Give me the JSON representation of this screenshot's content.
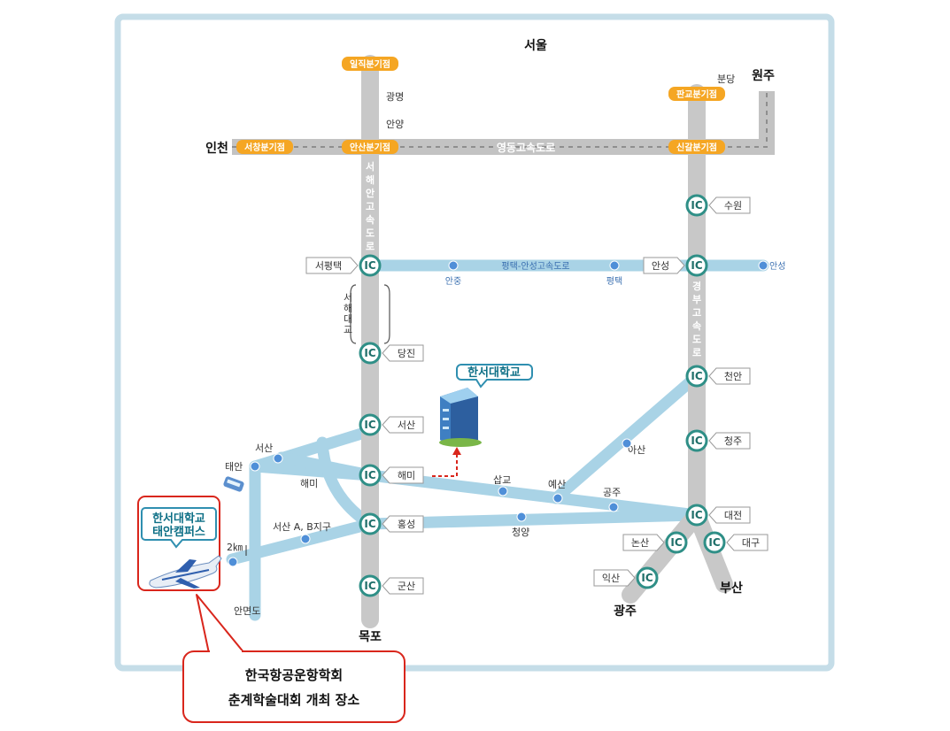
{
  "cities": {
    "seoul": "서울",
    "incheon": "인천",
    "wonju": "원주",
    "mokpo": "목포",
    "gwangju": "광주",
    "busan": "부산"
  },
  "junctions": {
    "ilji": "일직분기점",
    "seochang": "서창분기점",
    "ansan": "안산분기점",
    "pangyo": "판교분기점",
    "singal": "신갈분기점"
  },
  "highways": {
    "yeongdong": "영동고속도로",
    "seohaean_chars": [
      "서",
      "해",
      "안",
      "고",
      "속",
      "도",
      "로"
    ],
    "gyeongbu_chars": [
      "경",
      "부",
      "고",
      "속",
      "도",
      "로"
    ],
    "pyeongtaek_anseong": "평택-안성고속도로",
    "seohae_bridge_chars": [
      "서",
      "해",
      "대",
      "교"
    ]
  },
  "places": {
    "gwangmyeong": "광명",
    "anyang": "안양",
    "bundang": "분당",
    "anjung": "안중",
    "pyeongtaek": "평택",
    "anseong_right": "안성",
    "seosan_town": "서산",
    "taean": "태안",
    "haemi_town": "해미",
    "sapgyo": "삽교",
    "yesan": "예산",
    "asan": "아산",
    "gongju": "공주",
    "cheongyang": "청양",
    "seosan_ab": "서산 A, B지구",
    "anmyeondo": "안면도",
    "dist": "2㎞"
  },
  "ic_tags": {
    "seopyeongtaek": "서평택",
    "dangjin": "당진",
    "seosan": "서산",
    "haemi": "해미",
    "hongseong": "홍성",
    "gunsan": "군산",
    "suwon": "수원",
    "anseong": "안성",
    "cheonan": "천안",
    "cheongju": "청주",
    "daejeon": "대전",
    "nonsan": "논산",
    "daegu": "대구",
    "iksan": "익산"
  },
  "ic_label": "IC",
  "university": "한서대학교",
  "campus": [
    "한서대학교",
    "태안캠퍼스"
  ],
  "callout": [
    "한국항공운항학회",
    "춘계학술대회  개최  장소"
  ],
  "colors": {
    "frame": "#c5dde8",
    "road_gray": "#c8c8c8",
    "road_blue": "#a9d3e6",
    "junction": "#f5a623",
    "ic_ring": "#2f8f87",
    "red": "#d9261c"
  }
}
